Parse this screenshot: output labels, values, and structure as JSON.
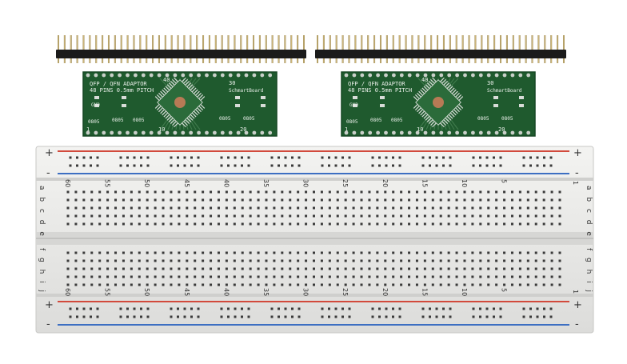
{
  "colors": {
    "pcb_green": "#1f5a2e",
    "pcb_green_dark": "#164723",
    "silkscreen": "#e9efe9",
    "copper": "#b87a55",
    "breadboard_body": "#e7e7e5",
    "hole": "#3a3a3a",
    "rail_red": "#d24a3c",
    "rail_blue": "#3d6fc2",
    "header_plastic": "#1b1b1b",
    "header_pin": "#b99a55"
  },
  "adapters": [
    {
      "line1": "QFP / QFN ADAPTOR",
      "line2": "48 PINS 0.5mm PITCH",
      "brand": "SchmartBoard",
      "pin_40": "40",
      "pin_30": "30",
      "pin_1": "1",
      "pin_10": "10",
      "pin_20": "20",
      "gnd": "GND",
      "pkg_a": "0805",
      "pkg_b": "0805",
      "pkg_c": "0805",
      "pkg_d": "0805",
      "pkg_e": "0805"
    },
    {
      "line1": "QFP / QFN ADAPTOR",
      "line2": "48 PINS 0.5mm PITCH",
      "brand": "SchmartBoard",
      "pin_40": "40",
      "pin_30": "30",
      "pin_1": "1",
      "pin_10": "10",
      "pin_20": "20",
      "gnd": "GND",
      "pkg_a": "0805",
      "pkg_b": "0805",
      "pkg_c": "0805",
      "pkg_d": "0805",
      "pkg_e": "0805"
    }
  ],
  "breadboard": {
    "plus": "+",
    "minus": "-",
    "col_numbers": [
      "60",
      "55",
      "50",
      "45",
      "40",
      "35",
      "30",
      "25",
      "20",
      "15",
      "10",
      "5"
    ],
    "col_one": "1",
    "top_letters": "a b c d e",
    "bottom_letters": "f g h i j"
  }
}
